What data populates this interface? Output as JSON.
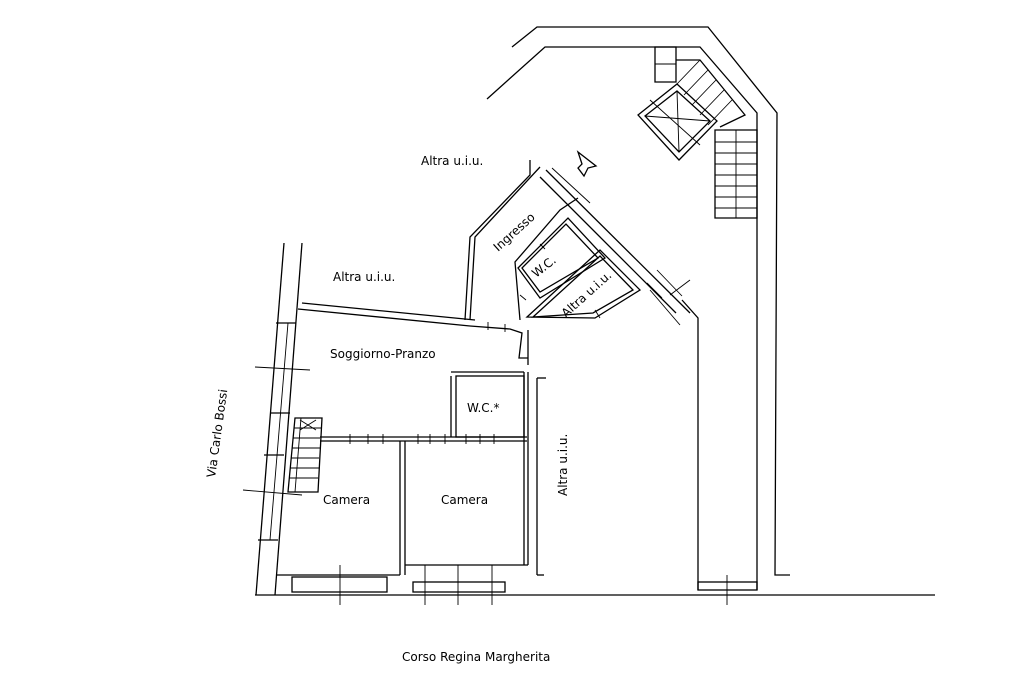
{
  "labels": {
    "altra_top": "Altra   u.i.u.",
    "altra_left": "Altra   u.i.u.",
    "ingresso": "Ingresso",
    "wc_upper": "W.C.",
    "altra_small": "Altra  u.i.u.",
    "soggiorno": "Soggiorno-Pranzo",
    "wc_lower": "W.C.*",
    "altra_vertical": "Altra   u.i.u.",
    "camera_left": "Camera",
    "camera_right": "Camera",
    "via": "Via  Carlo  Bossi",
    "corso": "Corso  Regina  Margherita"
  }
}
